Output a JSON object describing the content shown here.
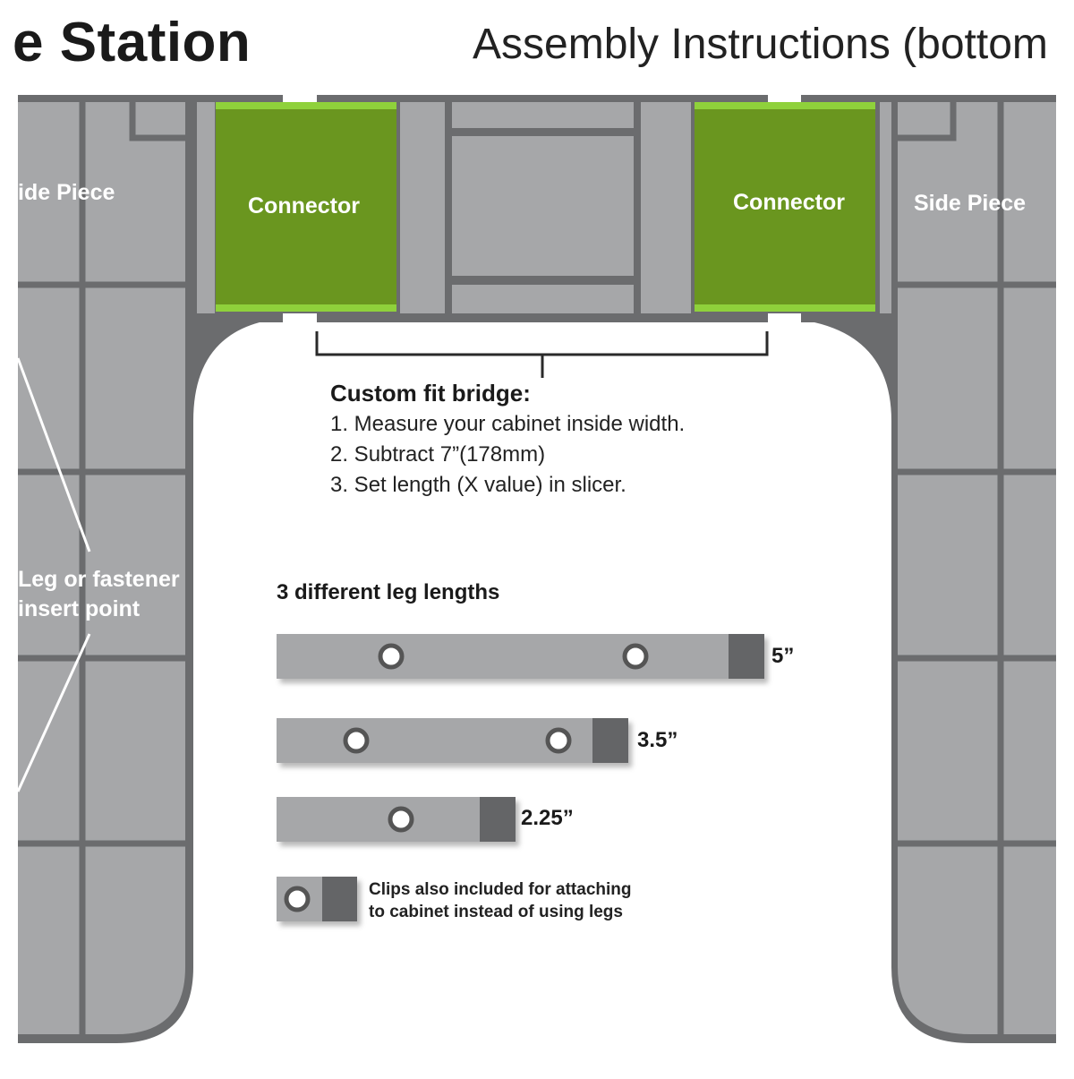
{
  "header": {
    "title_left": "e Station",
    "title_right": "Assembly Instructions (bottom"
  },
  "pieces": {
    "left_side_label": "ide Piece",
    "right_side_label": "Side Piece",
    "connector_left_label": "Connector",
    "connector_right_label": "Connector"
  },
  "callout": {
    "line1": "Leg or fastener",
    "line2": "insert point"
  },
  "bridge": {
    "title": "Custom fit bridge:",
    "steps": [
      "1. Measure your cabinet inside width.",
      "2. Subtract 7”(178mm)",
      "3. Set length (X value) in slicer."
    ]
  },
  "legs": {
    "title": "3 different leg lengths",
    "items": [
      {
        "label": "5”",
        "holes": 2
      },
      {
        "label": "3.5”",
        "holes": 2
      },
      {
        "label": "2.25”",
        "holes": 1
      }
    ],
    "clip_note_line1": "Clips also included for attaching",
    "clip_note_line2": "to cabinet instead of using legs"
  },
  "colors": {
    "piece_fill": "#a6a7a9",
    "piece_outline": "#6b6c6e",
    "connector_fill": "#6a961f",
    "connector_edge": "#8fd13b",
    "dark_cap": "#646567",
    "text_dark": "#1a1a1a"
  }
}
